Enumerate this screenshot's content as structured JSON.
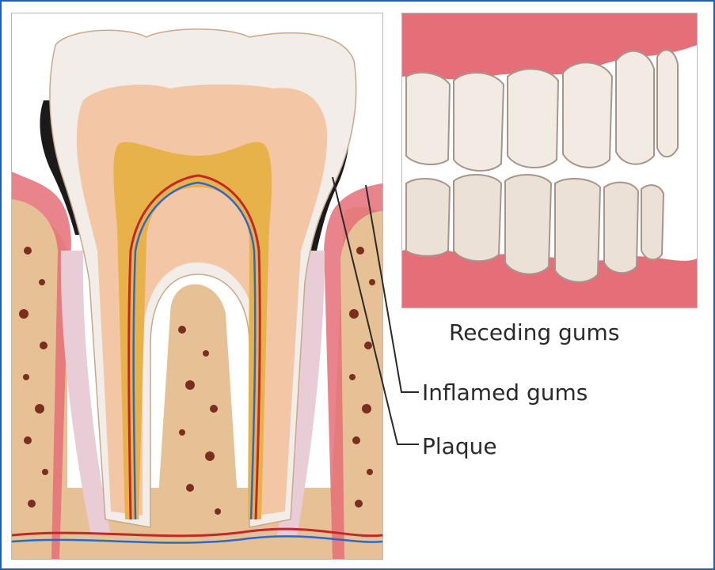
{
  "labels": {
    "receding_gums": "Receding gums",
    "inflamed_gums": "Inflamed gums",
    "plaque": "Plaque"
  },
  "colors": {
    "frame_border": "#1f5fb0",
    "enamel": "#f2ede8",
    "dentin": "#f3c7a5",
    "pulp": "#e8b24a",
    "bone": "#e6c196",
    "bone_spots": "#7a2f1e",
    "gum": "#e56f78",
    "plaque": "#1a1a1a",
    "artery": "#c0282a",
    "vein": "#2d67c8"
  }
}
